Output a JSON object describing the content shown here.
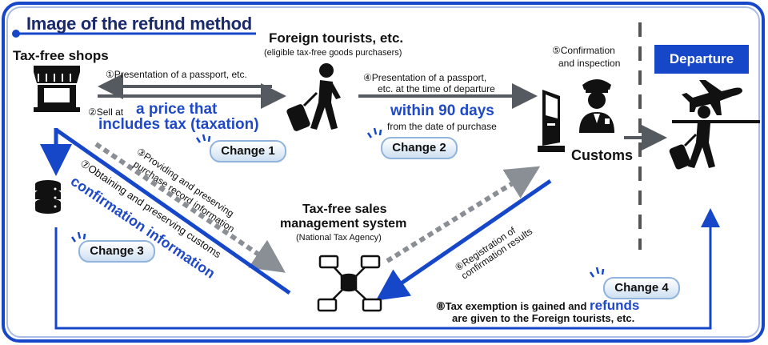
{
  "title": "Image of the refund method",
  "nodes": {
    "shops": "Tax-free shops",
    "tourists": "Foreign tourists, etc.",
    "tourists_sub": "(eligible tax-free goods purchasers)",
    "customs": "Customs",
    "system_line1": "Tax-free sales",
    "system_line2": "management system",
    "system_sub": "(National Tax Agency)",
    "departure": "Departure"
  },
  "steps": {
    "s1": "①Presentation of a passport, etc.",
    "s2_prefix": "②Sell at",
    "s2_line1": "a price that",
    "s2_line2": "includes tax (taxation)",
    "s3_line1": "③Providing and preserving",
    "s3_line2": "purchase record information",
    "s4_line1": "④Presentation of a passport,",
    "s4_line2": "etc. at the time of departure",
    "s4_emph": "within 90 days",
    "s4_sub": "from the date of purchase",
    "s5_line1": "⑤Confirmation",
    "s5_line2": "and inspection",
    "s6_line1": "⑥Registration of",
    "s6_line2": "confirmation results",
    "s7_line1": "⑦Obtaining and preserving customs",
    "s7_line2": "confirmation information",
    "s8_line1_a": "⑧Tax exemption is gained and",
    "s8_line1_b": "refunds",
    "s8_line2": "are given to the Foreign tourists, etc."
  },
  "changes": {
    "c1": "Change 1",
    "c2": "Change 2",
    "c3": "Change 3",
    "c4": "Change 4"
  },
  "colors": {
    "accent_blue": "#1f49c7",
    "arrow_gray": "#555a60",
    "frame_blue": "#1747c9",
    "badge_border": "#90b4dc"
  },
  "icons": [
    "shop-icon",
    "database-icon",
    "traveler-icon",
    "kiosk-icon",
    "officer-icon",
    "airplane-icon",
    "network-icon"
  ]
}
